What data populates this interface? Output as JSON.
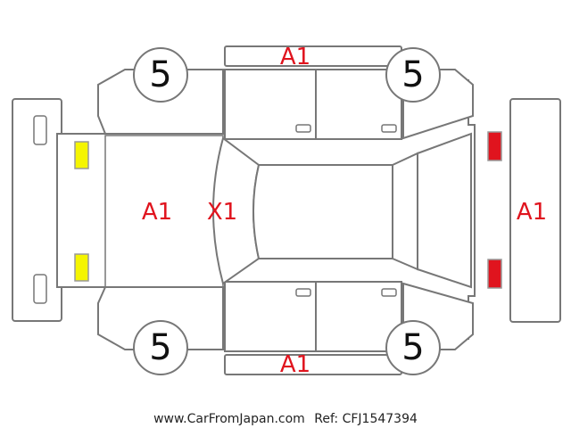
{
  "colors": {
    "damage_code": "#e0141e",
    "outline": "#777777",
    "marker_yellow": "#f5f500",
    "marker_red": "#e0141e"
  },
  "panel_codes": {
    "roof_top": "A1",
    "roof_bottom": "A1",
    "front": "A1",
    "windshield": "X1",
    "rear": "A1"
  },
  "tires": {
    "front_left": "5",
    "rear_left": "5",
    "front_right": "5",
    "rear_right": "5"
  },
  "markers": [
    {
      "name": "headlight-left",
      "color": "yellow"
    },
    {
      "name": "headlight-right",
      "color": "yellow"
    },
    {
      "name": "taillight-left",
      "color": "red"
    },
    {
      "name": "taillight-right",
      "color": "red"
    }
  ],
  "footer": {
    "site": "www.CarFromJapan.com",
    "ref": "Ref: CFJ1547394"
  }
}
